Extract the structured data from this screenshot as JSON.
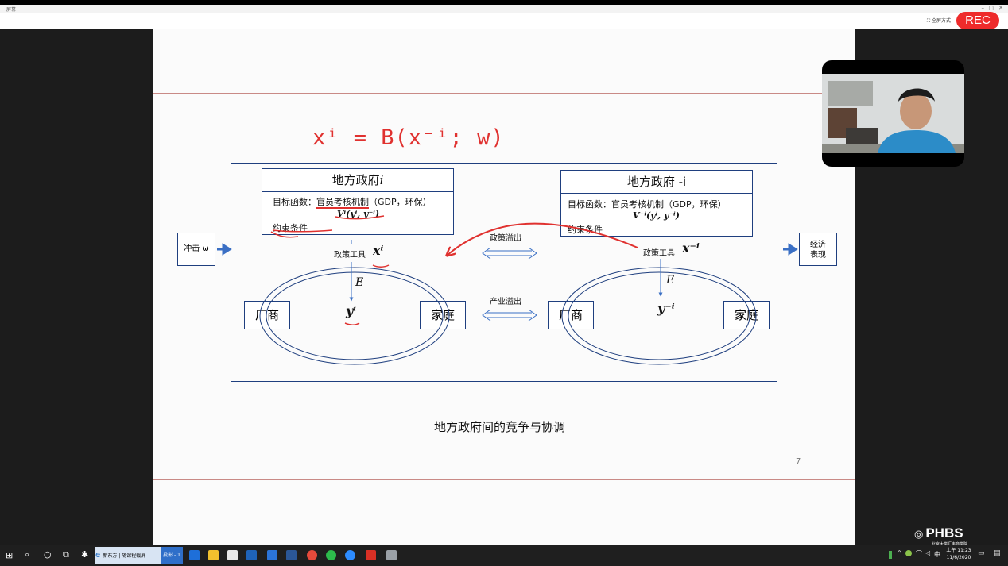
{
  "window": {
    "title": "屏幕",
    "fullscreen_label": "全屏方式",
    "rec_label": "REC",
    "controls": [
      "–",
      "▢",
      "✕"
    ]
  },
  "slide": {
    "handwritten_formula": "xⁱ = B(x⁻ⁱ; w)",
    "gov_i": {
      "title_prefix": "地方政府",
      "title_math": "i",
      "objective_prefix": "目标函数：",
      "objective_underlined": "官员考核机制",
      "objective_suffix": "（GDP，环保）",
      "value_function": "Vⁱ(yⁱ, y⁻ⁱ)",
      "constraint": "约束条件"
    },
    "gov_neg_i": {
      "title": "地方政府 -i",
      "objective": "目标函数：官员考核机制（GDP，环保）",
      "value_function": "V⁻ⁱ(yⁱ, y⁻ⁱ)",
      "constraint": "约束条件"
    },
    "shock_label": "冲击 ω",
    "econ_label_1": "经济",
    "econ_label_2": "表现",
    "policy_tool_label": "政策工具",
    "policy_tool_i_math": "xⁱ",
    "policy_tool_neg_i_math": "x⁻ⁱ",
    "policy_spillover": "政策溢出",
    "industry_spillover": "产业溢出",
    "e_label": "E",
    "firm": "厂商",
    "household": "家庭",
    "y_i": "yⁱ",
    "y_neg_i": "y⁻ⁱ",
    "caption": "地方政府间的竞争与协调",
    "page_number": "7"
  },
  "branding": {
    "logo_text": "PHBS",
    "logo_subtitle": "北京大学汇丰商学院"
  },
  "taskbar": {
    "browser_tab": "新东方 | 随课程截屏",
    "active_app": "投影 - 1",
    "ime": "中",
    "time": "上午 11:23",
    "date": "11/6/2020"
  },
  "colors": {
    "accent_red": "#ee2b2b",
    "diagram_blue": "#1f3f7f",
    "arrow_blue": "#3a6fc4",
    "pen_red": "#e0312f"
  }
}
